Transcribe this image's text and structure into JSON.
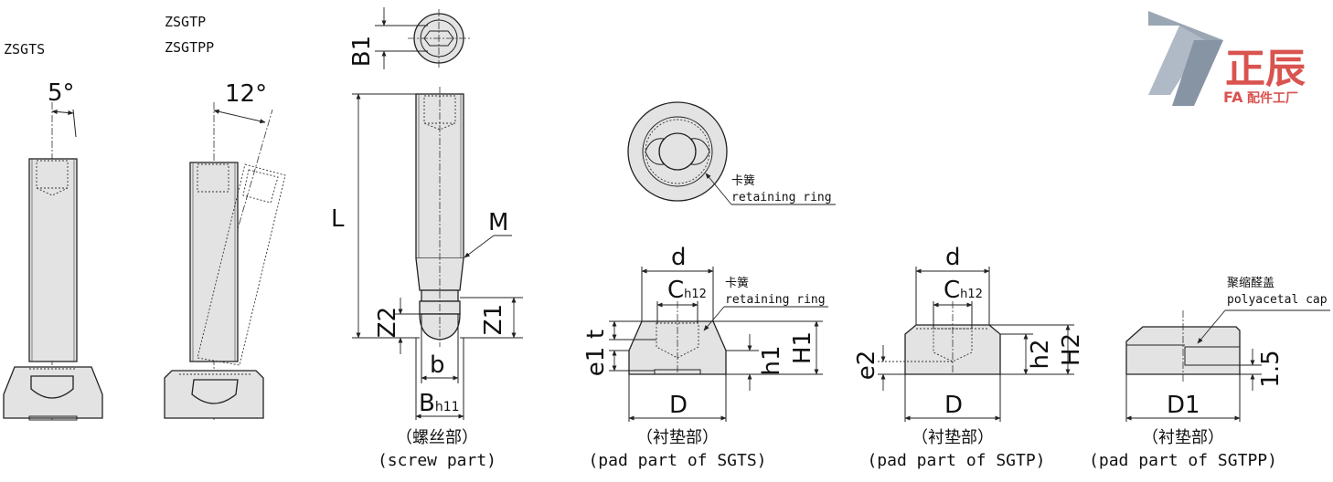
{
  "models": {
    "sgts": "ZSGTS",
    "sgtp": "ZSGTP",
    "sgtpp": "ZSGTPP"
  },
  "angles": {
    "a5": "5°",
    "a12": "12°"
  },
  "dims": {
    "B1": "B1",
    "L": "L",
    "M": "M",
    "Z1": "Z1",
    "Z2": "Z2",
    "b": "b",
    "B": "B",
    "B_sub": "h11",
    "d": "d",
    "C": "C",
    "C_sub": "h12",
    "t": "t",
    "e1": "e1",
    "h1": "h1",
    "H1": "H1",
    "D": "D",
    "e2": "e2",
    "h2": "h2",
    "H2": "H2",
    "D1": "D1",
    "v15": "1.5"
  },
  "notes": {
    "ring_cn": "卡簧",
    "ring_en": "retaining ring",
    "cap_cn": "聚缩醛盖",
    "cap_en": "polyacetal cap"
  },
  "captions": {
    "screw_cn": "（螺丝部）",
    "screw_en": "(screw part)",
    "pad_cn": "（衬垫部）",
    "pad_sgts_en": "(pad part of SGTS)",
    "pad_sgtp_en": "(pad part of SGTP)",
    "pad_sgtpp_en": "(pad part of SGTPP)"
  },
  "logo": {
    "name": "正辰",
    "sub_fa": "FA",
    "sub_text": "配件工厂"
  },
  "colors": {
    "part_fill": "#e3e3e3",
    "line": "#222222",
    "logo_grey": "#9aa6b4",
    "logo_red": "#d9534f"
  }
}
